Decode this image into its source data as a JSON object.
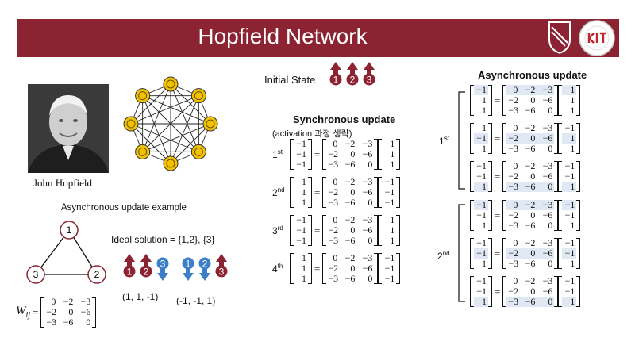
{
  "header": {
    "title": "Hopfield Network",
    "accent": "#8b2332"
  },
  "photo": {
    "caption": "John Hopfield"
  },
  "example": {
    "title": "Asynchronous update example",
    "nodes": [
      "1",
      "2",
      "3"
    ],
    "ideal_solution": "Ideal solution = {1,2}, {3}",
    "state_a": {
      "spins": [
        {
          "n": "1",
          "dir": "up"
        },
        {
          "n": "2",
          "dir": "up"
        },
        {
          "n": "3",
          "dir": "down"
        }
      ],
      "label": "(1, 1, -1)"
    },
    "state_b": {
      "spins": [
        {
          "n": "1",
          "dir": "down"
        },
        {
          "n": "2",
          "dir": "down"
        },
        {
          "n": "3",
          "dir": "up"
        }
      ],
      "label": "(-1, -1, 1)"
    },
    "w_label": "W",
    "w_sub": "ij",
    "W": [
      [
        "0",
        "−2",
        "−3"
      ],
      [
        "−2",
        "0",
        "−6"
      ],
      [
        "−3",
        "−6",
        "0"
      ]
    ]
  },
  "initial_state": {
    "label": "Initial State",
    "spins": [
      "1",
      "2",
      "3"
    ]
  },
  "sync": {
    "title": "Synchronous update",
    "subtitle": "(activation 과정 생략)",
    "steps": [
      {
        "ord": "1",
        "sup": "st",
        "lhs": [
          "−1",
          "−1",
          "−1"
        ],
        "rhs": [
          "1",
          "1",
          "1"
        ]
      },
      {
        "ord": "2",
        "sup": "nd",
        "lhs": [
          "1",
          "1",
          "1"
        ],
        "rhs": [
          "−1",
          "−1",
          "−1"
        ]
      },
      {
        "ord": "3",
        "sup": "rd",
        "lhs": [
          "−1",
          "−1",
          "−1"
        ],
        "rhs": [
          "1",
          "1",
          "1"
        ]
      },
      {
        "ord": "4",
        "sup": "th",
        "lhs": [
          "1",
          "1",
          "1"
        ],
        "rhs": [
          "−1",
          "−1",
          "−1"
        ]
      }
    ]
  },
  "async": {
    "title": "Asynchronous update",
    "groups": [
      {
        "ord": "1",
        "sup": "st",
        "rows": [
          {
            "lhs": [
              "−1",
              "1",
              "1"
            ],
            "rhs": [
              "1",
              "1",
              "1"
            ],
            "hl": 0
          },
          {
            "lhs": [
              "1",
              "−1",
              "1"
            ],
            "rhs": [
              "−1",
              "1",
              "1"
            ],
            "hl": 1
          },
          {
            "lhs": [
              "−1",
              "−1",
              "1"
            ],
            "rhs": [
              "−1",
              "−1",
              "1"
            ],
            "hl": 2
          }
        ]
      },
      {
        "ord": "2",
        "sup": "nd",
        "rows": [
          {
            "lhs": [
              "−1",
              "−1",
              "1"
            ],
            "rhs": [
              "−1",
              "−1",
              "1"
            ],
            "hl": 0
          },
          {
            "lhs": [
              "−1",
              "−1",
              "1"
            ],
            "rhs": [
              "−1",
              "−1",
              "1"
            ],
            "hl": 1
          },
          {
            "lhs": [
              "−1",
              "−1",
              "1"
            ],
            "rhs": [
              "−1",
              "−1",
              "1"
            ],
            "hl": 2
          }
        ]
      }
    ]
  },
  "colors": {
    "up": "#8b2332",
    "down": "#3a7fc8",
    "node": "#f2c200"
  }
}
